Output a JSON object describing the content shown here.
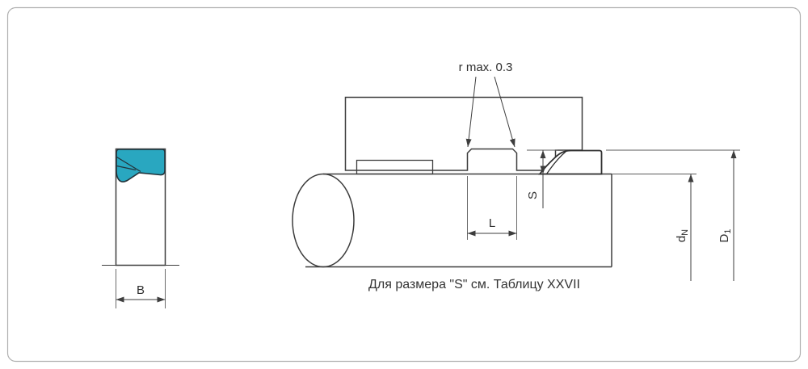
{
  "caption": "Для размера \"S\" см. Таблицу XXVII",
  "labels": {
    "r_max": "r max. 0.3",
    "width_b": "B",
    "length_l": "L",
    "height_s": "S",
    "d_main": "d",
    "d_sub": "N",
    "big_d_main": "D",
    "big_d_sub": "1"
  },
  "colors": {
    "seal_fill": "#29a7c0",
    "line": "#3d3d3d",
    "hatch": "#4d4d4d",
    "frame": "#b0b0b0"
  }
}
